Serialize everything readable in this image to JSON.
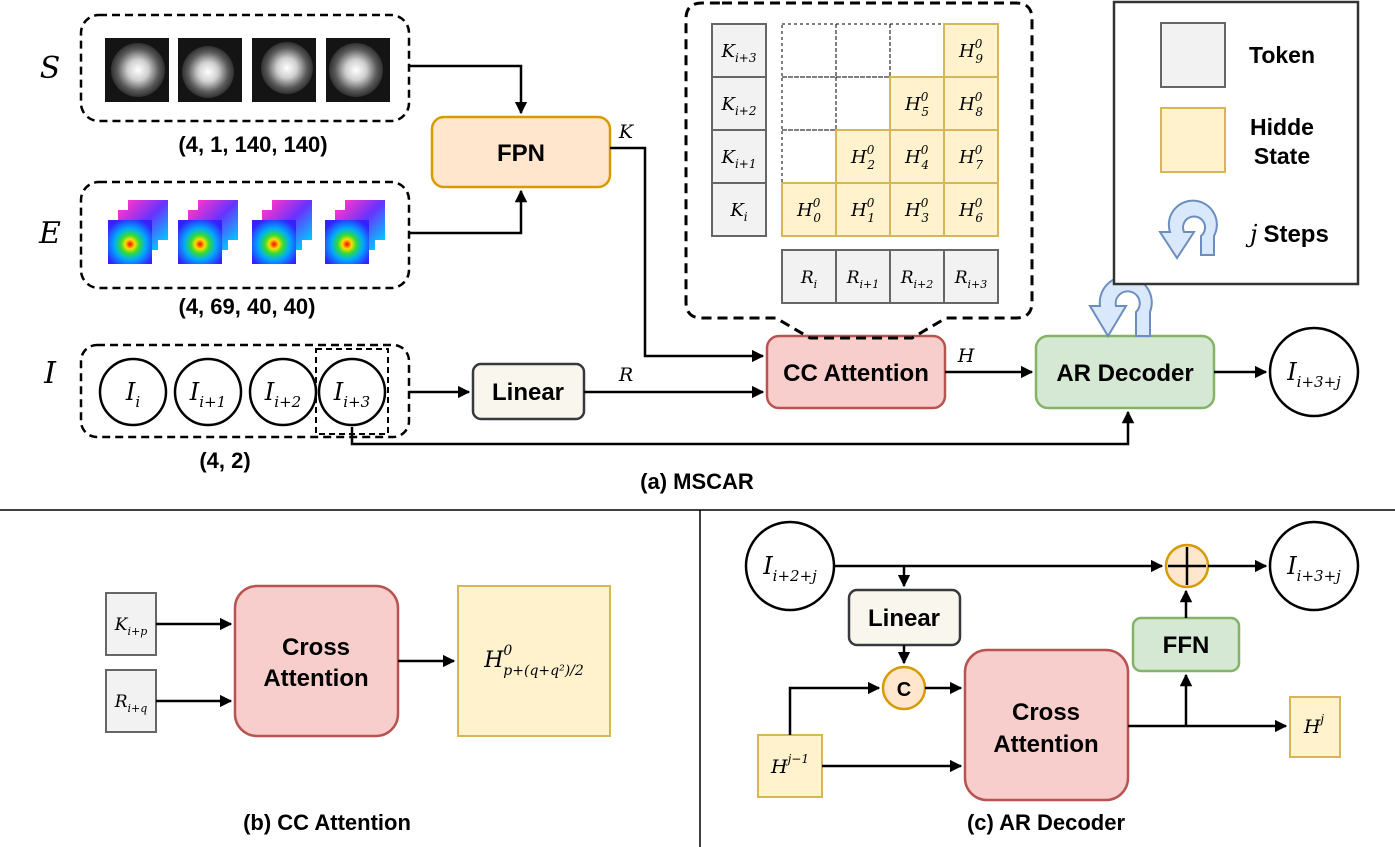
{
  "colors": {
    "token_fill": "#f2f2f2",
    "token_stroke": "#666666",
    "hidden_fill": "#fff2cc",
    "hidden_stroke": "#d6b656",
    "fpn_fill": "#ffe6cc",
    "fpn_stroke": "#d79b00",
    "attention_fill": "#f8cecc",
    "attention_stroke": "#b85450",
    "decoder_fill": "#d5e8d4",
    "decoder_stroke": "#82b366",
    "linear_fill": "#f9f7ed",
    "linear_stroke": "#36393d",
    "loop_fill": "#dae8fc",
    "loop_stroke": "#6c8ebf"
  },
  "icons": {
    "satellite": "satellite-image-icon",
    "field": "environmental-field-stack-icon",
    "loop": "loop-arrow-icon",
    "plus": "circled-plus-icon"
  },
  "mscar": {
    "row_labels": {
      "S": "S",
      "E": "E",
      "I": "I"
    },
    "shapes": {
      "S": "(4, 1, 140, 140)",
      "E": "(4, 69, 40, 40)",
      "I": "(4, 2)"
    },
    "fpn": "FPN",
    "linear": "Linear",
    "cc_attention": "CC Attention",
    "ar_decoder": "AR Decoder",
    "edge_K": "K",
    "edge_R": "R",
    "edge_H": "H",
    "inputs": {
      "i0": {
        "base": "I",
        "sub": "i"
      },
      "i1": {
        "base": "I",
        "sub": "i+1"
      },
      "i2": {
        "base": "I",
        "sub": "i+2"
      },
      "i3": {
        "base": "I",
        "sub": "i+3"
      }
    },
    "output": {
      "base": "I",
      "sub": "i+3+j"
    },
    "caption": "(a) MSCAR"
  },
  "matrix": {
    "k0": {
      "base": "K",
      "sub": "i"
    },
    "k1": {
      "base": "K",
      "sub": "i+1"
    },
    "k2": {
      "base": "K",
      "sub": "i+2"
    },
    "k3": {
      "base": "K",
      "sub": "i+3"
    },
    "r0": {
      "base": "R",
      "sub": "i"
    },
    "r1": {
      "base": "R",
      "sub": "i+1"
    },
    "r2": {
      "base": "R",
      "sub": "i+2"
    },
    "r3": {
      "base": "R",
      "sub": "i+3"
    },
    "h0": {
      "base": "H",
      "sub": "0",
      "sup": "0"
    },
    "h1": {
      "base": "H",
      "sub": "1",
      "sup": "0"
    },
    "h2": {
      "base": "H",
      "sub": "2",
      "sup": "0"
    },
    "h3": {
      "base": "H",
      "sub": "3",
      "sup": "0"
    },
    "h4": {
      "base": "H",
      "sub": "4",
      "sup": "0"
    },
    "h5": {
      "base": "H",
      "sub": "5",
      "sup": "0"
    },
    "h6": {
      "base": "H",
      "sub": "6",
      "sup": "0"
    },
    "h7": {
      "base": "H",
      "sub": "7",
      "sup": "0"
    },
    "h8": {
      "base": "H",
      "sub": "8",
      "sup": "0"
    },
    "h9": {
      "base": "H",
      "sub": "9",
      "sup": "0"
    }
  },
  "legend": {
    "token": "Token",
    "hidden_line1": "Hidde",
    "hidden_line2": "State",
    "steps_var": "j",
    "steps_word": "Steps"
  },
  "cc_panel": {
    "k": {
      "base": "K",
      "sub": "i+p"
    },
    "r": {
      "base": "R",
      "sub": "i+q"
    },
    "block_line1": "Cross",
    "block_line2": "Attention",
    "out": {
      "base": "H",
      "sub": "p+(q+q²)/2",
      "sup": "0"
    },
    "caption": "(b) CC Attention"
  },
  "ar_panel": {
    "in": {
      "base": "I",
      "sub": "i+2+j"
    },
    "out": {
      "base": "I",
      "sub": "i+3+j"
    },
    "linear": "Linear",
    "concat": "C",
    "ffn": "FFN",
    "block_line1": "Cross",
    "block_line2": "Attention",
    "h_prev": {
      "base": "H",
      "sup": "j−1"
    },
    "h_out": {
      "base": "H",
      "sup": "j"
    },
    "caption": "(c)  AR Decoder"
  }
}
